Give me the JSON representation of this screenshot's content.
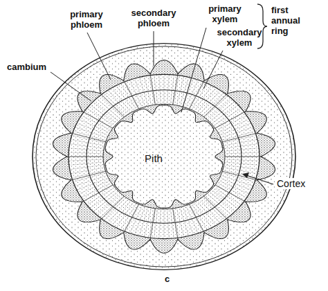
{
  "diagram": {
    "nodes": [
      {
        "text": [
          "Pith"
        ]
      }
    ],
    "labels": [
      "primary phloem",
      "secondary phloem",
      "primary xylem",
      "secondary xylem",
      "first annual ring",
      "cambium",
      "Cortex",
      "c"
    ]
  }
}
